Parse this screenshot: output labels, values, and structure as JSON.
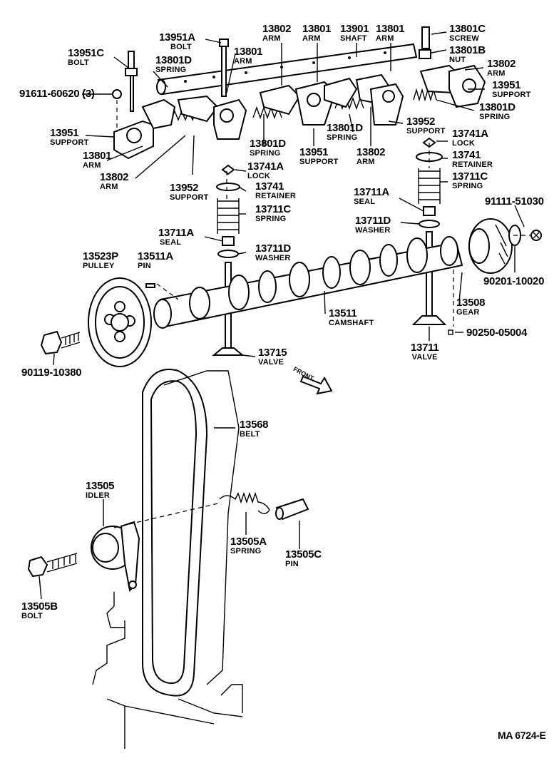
{
  "parts": {
    "p13951C": {
      "number": "13951C",
      "name": "BOLT"
    },
    "p13951A": {
      "number": "13951A",
      "name": "BOLT"
    },
    "p13801D_top": {
      "number": "13801D",
      "name": "SPRING"
    },
    "p13801_top1": {
      "number": "13801",
      "name": "ARM"
    },
    "p13802_top": {
      "number": "13802",
      "name": "ARM"
    },
    "p13801_top2": {
      "number": "13801",
      "name": "ARM"
    },
    "p13901": {
      "number": "13901",
      "name": "SHAFT"
    },
    "p13801_top3": {
      "number": "13801",
      "name": "ARM"
    },
    "p13801C": {
      "number": "13801C",
      "name": "SCREW"
    },
    "p13801B": {
      "number": "13801B",
      "name": "NUT"
    },
    "p13802_right": {
      "number": "13802",
      "name": "ARM"
    },
    "p13951_right": {
      "number": "13951",
      "name": "SUPPORT"
    },
    "p13801D_right": {
      "number": "13801D",
      "name": "SPRING"
    },
    "p13952_right": {
      "number": "13952",
      "name": "SUPPORT"
    },
    "p13801D_mid": {
      "number": "13801D",
      "name": "SPRING"
    },
    "p13951_left": {
      "number": "13951",
      "name": "SUPPORT"
    },
    "p13801_left": {
      "number": "13801",
      "name": "ARM"
    },
    "p13802_left": {
      "number": "13802",
      "name": "ARM"
    },
    "p13952_left": {
      "number": "13952",
      "name": "SUPPORT"
    },
    "p13801D_low": {
      "number": "13801D",
      "name": "SPRING"
    },
    "p13951_low": {
      "number": "13951",
      "name": "SUPPORT"
    },
    "p13802_low": {
      "number": "13802",
      "name": "ARM"
    },
    "p13741A_right": {
      "number": "13741A",
      "name": "LOCK"
    },
    "p13741_right": {
      "number": "13741",
      "name": "RETAINER"
    },
    "p13711C_right": {
      "number": "13711C",
      "name": "SPRING"
    },
    "p13711A_right": {
      "number": "13711A",
      "name": "SEAL"
    },
    "p13711D_right": {
      "number": "13711D",
      "name": "WASHER"
    },
    "p13741A_left": {
      "number": "13741A",
      "name": "LOCK"
    },
    "p13741_left": {
      "number": "13741",
      "name": "RETAINER"
    },
    "p13711C_left": {
      "number": "13711C",
      "name": "SPRING"
    },
    "p13711A_left": {
      "number": "13711A",
      "name": "SEAL"
    },
    "p13711D_left": {
      "number": "13711D",
      "name": "WASHER"
    },
    "p13523P": {
      "number": "13523P",
      "name": "PULLEY"
    },
    "p13511A": {
      "number": "13511A",
      "name": "PIN"
    },
    "p13511": {
      "number": "13511",
      "name": "CAMSHAFT"
    },
    "p13508": {
      "number": "13508",
      "name": "GEAR"
    },
    "p13711": {
      "number": "13711",
      "name": "VALVE"
    },
    "p13715": {
      "number": "13715",
      "name": "VALVE"
    },
    "p13568": {
      "number": "13568",
      "name": "BELT"
    },
    "p13505": {
      "number": "13505",
      "name": "IDLER"
    },
    "p13505A": {
      "number": "13505A",
      "name": "SPRING"
    },
    "p13505C": {
      "number": "13505C",
      "name": "PIN"
    },
    "p13505B": {
      "number": "13505B",
      "name": "BOLT"
    }
  },
  "codes": {
    "c91611": "91611-60620 (3)",
    "c91111": "91111-51030",
    "c90201": "90201-10020",
    "c90250": "90250-05004",
    "c90119": "90119-10380"
  },
  "front_label": "FRONT",
  "figure_id": "MA 6724-E"
}
